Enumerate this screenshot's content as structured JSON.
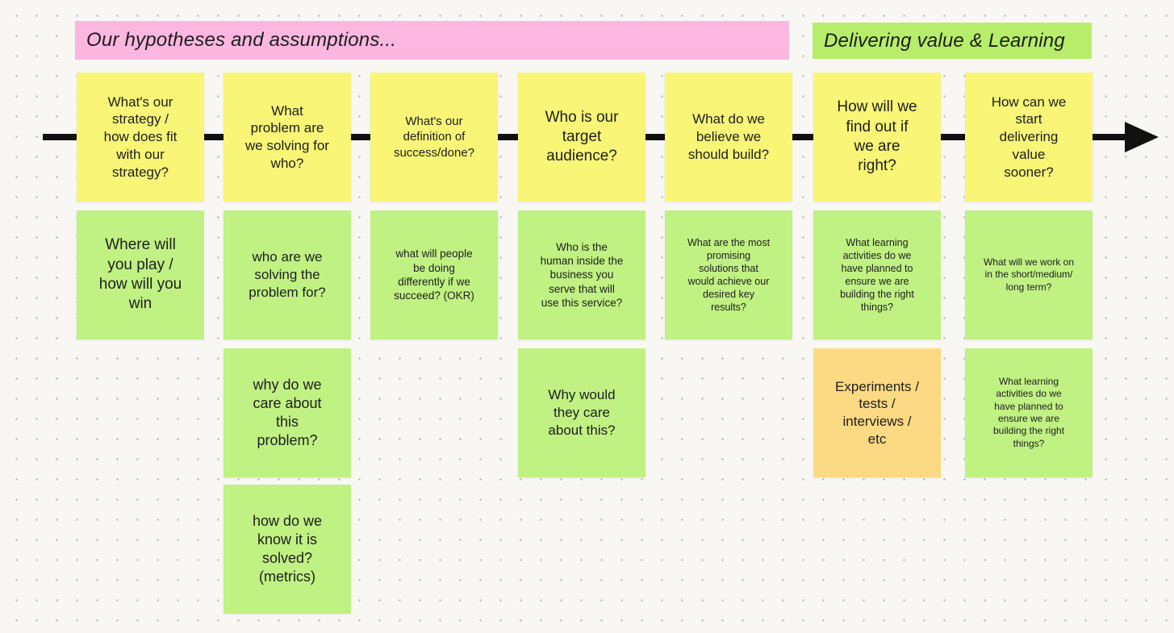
{
  "canvas": {
    "background_color": "#f8f7f4",
    "dot_color": "#b9b9b9"
  },
  "arrow": {
    "name": "timeline-arrow",
    "color": "#111111",
    "direction": "right"
  },
  "headers": [
    {
      "id": "hypotheses",
      "label": "Our hypotheses and assumptions...",
      "color": "#fbb7e0"
    },
    {
      "id": "delivering",
      "label": "Delivering value & Learning",
      "color": "#b6ee6b"
    }
  ],
  "note_colors": {
    "yellow": "#f8f577",
    "green": "#c0f183",
    "orange": "#fcd983"
  },
  "notes": [
    {
      "row": 1,
      "col": 1,
      "color": "yellow",
      "font_size": 17,
      "text": "What's our\nstrategy /\nhow does fit\nwith our\nstrategy?"
    },
    {
      "row": 1,
      "col": 2,
      "color": "yellow",
      "font_size": 17,
      "text": "What\nproblem are\nwe solving for\nwho?"
    },
    {
      "row": 1,
      "col": 3,
      "color": "yellow",
      "font_size": 15,
      "text": "What's our\ndefinition of\nsuccess/done?"
    },
    {
      "row": 1,
      "col": 4,
      "color": "yellow",
      "font_size": 19,
      "text": "Who is our\ntarget\naudience?"
    },
    {
      "row": 1,
      "col": 5,
      "color": "yellow",
      "font_size": 17,
      "text": "What do we\nbelieve we\nshould build?"
    },
    {
      "row": 1,
      "col": 6,
      "color": "yellow",
      "font_size": 19,
      "text": "How will we\nfind out if\nwe are\nright?"
    },
    {
      "row": 1,
      "col": 7,
      "color": "yellow",
      "font_size": 17,
      "text": "How can we\nstart\ndelivering\nvalue\nsooner?"
    },
    {
      "row": 2,
      "col": 1,
      "color": "green",
      "font_size": 19,
      "text": "Where will\nyou play /\nhow will you\nwin"
    },
    {
      "row": 2,
      "col": 2,
      "color": "green",
      "font_size": 17,
      "text": "who are we\nsolving the\nproblem for?"
    },
    {
      "row": 2,
      "col": 3,
      "color": "green",
      "font_size": 13.5,
      "text": "what will people\nbe doing\ndifferently if we\nsucceed? (OKR)"
    },
    {
      "row": 2,
      "col": 4,
      "color": "green",
      "font_size": 13.5,
      "text": "Who is the\nhuman inside the\nbusiness you\nserve that will\nuse this service?"
    },
    {
      "row": 2,
      "col": 5,
      "color": "green",
      "font_size": 12.5,
      "text": "What are the most\npromising\nsolutions that\nwould achieve our\ndesired key\nresults?"
    },
    {
      "row": 2,
      "col": 6,
      "color": "green",
      "font_size": 12.5,
      "text": "What learning\nactivities do we\nhave planned to\nensure we are\nbuilding the right\nthings?"
    },
    {
      "row": 2,
      "col": 7,
      "color": "green",
      "font_size": 12,
      "text": "What will we work on\nin the short/medium/\nlong term?"
    },
    {
      "row": 3,
      "col": 2,
      "color": "green",
      "font_size": 18,
      "text": "why do we\ncare about\nthis\nproblem?"
    },
    {
      "row": 3,
      "col": 4,
      "color": "green",
      "font_size": 17,
      "text": "Why would\nthey care\nabout this?"
    },
    {
      "row": 3,
      "col": 6,
      "color": "orange",
      "font_size": 17,
      "text": "Experiments /\ntests /\ninterviews /\netc"
    },
    {
      "row": 3,
      "col": 7,
      "color": "green",
      "font_size": 12,
      "text": "What learning\nactivities do we\nhave planned to\nensure we are\nbuilding the right\nthings?"
    },
    {
      "row": 4,
      "col": 2,
      "color": "green",
      "font_size": 18,
      "text": "how do we\nknow it is\nsolved?\n(metrics)"
    }
  ]
}
